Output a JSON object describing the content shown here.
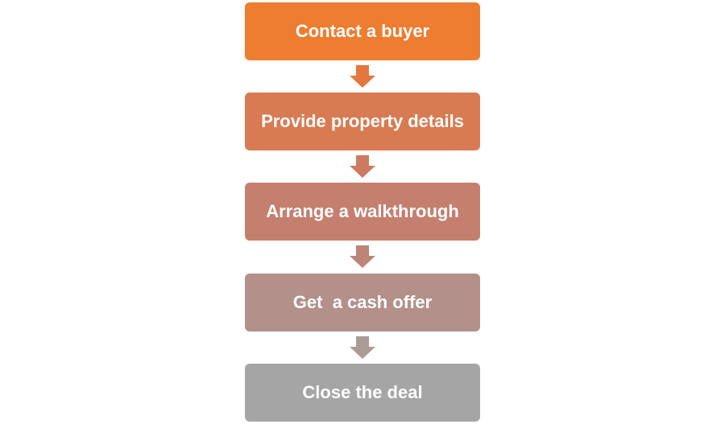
{
  "flowchart": {
    "steps": [
      {
        "label": "Contact a buyer",
        "color": "#ED7D31"
      },
      {
        "label": "Provide property details",
        "color": "#D87B52"
      },
      {
        "label": "Arrange a walkthrough",
        "color": "#C47F6F"
      },
      {
        "label": "Get  a cash offer",
        "color": "#B39089"
      },
      {
        "label": "Close the deal",
        "color": "#A5A5A5"
      }
    ],
    "arrow_colors": [
      "#E4773D",
      "#CE7A5E",
      "#BD857A",
      "#AB9B97"
    ],
    "arrow_icon": "down-arrow-icon"
  }
}
